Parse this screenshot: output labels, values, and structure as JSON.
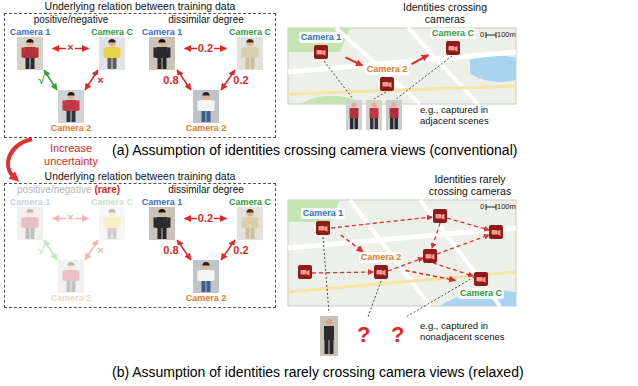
{
  "diagram": {
    "nodes": [
      {
        "text": [
          "Underlying relation between training data"
        ]
      },
      {
        "text": [
          "Camera 1"
        ],
        "in": 0
      },
      {
        "text": [
          "Camera C"
        ],
        "in": 0
      },
      {
        "text": [
          "Camera 2"
        ],
        "in": 0
      },
      {
        "text": [
          "Camera 1"
        ],
        "in": 0
      },
      {
        "text": [
          "Camera C"
        ],
        "in": 0
      },
      {
        "text": [
          "Camera 2"
        ],
        "in": 0
      },
      {
        "text": [
          "Identities crossing cameras"
        ]
      },
      {
        "text": [
          "Camera 1"
        ],
        "in": 7
      },
      {
        "text": [
          "Camera 2"
        ],
        "in": 7
      },
      {
        "text": [
          "Camera C"
        ],
        "in": 7
      },
      {
        "text": [
          "Underlying relation between training data"
        ]
      },
      {
        "text": [
          "Camera 1"
        ],
        "in": 11
      },
      {
        "text": [
          "Camera C"
        ],
        "in": 11
      },
      {
        "text": [
          "Camera 2"
        ],
        "in": 11
      },
      {
        "text": [
          "Camera 1"
        ],
        "in": 11
      },
      {
        "text": [
          "Camera C"
        ],
        "in": 11
      },
      {
        "text": [
          "Camera 2"
        ],
        "in": 11
      },
      {
        "text": [
          "Identities rarely crossing cameras"
        ]
      },
      {
        "text": [
          "Camera 1"
        ],
        "in": 18
      },
      {
        "text": [
          "Camera 2"
        ],
        "in": 18
      },
      {
        "text": [
          "Camera C"
        ],
        "in": 18
      }
    ],
    "edges": [
      {
        "from": 1,
        "to": 2,
        "label": "×",
        "arrow": "both"
      },
      {
        "from": 1,
        "to": 3,
        "label": "√",
        "arrow": "both"
      },
      {
        "from": 2,
        "to": 3,
        "label": "×",
        "arrow": "both"
      },
      {
        "from": 4,
        "to": 5,
        "label": "0.2",
        "arrow": "both"
      },
      {
        "from": 4,
        "to": 6,
        "label": "0.8",
        "arrow": "both"
      },
      {
        "from": 5,
        "to": 6,
        "label": "0.2",
        "arrow": "both"
      },
      {
        "from": 8,
        "to": 9,
        "arrow": "to"
      },
      {
        "from": 9,
        "to": 10,
        "arrow": "to"
      },
      {
        "from": 12,
        "to": 13,
        "label": "×",
        "arrow": "both"
      },
      {
        "from": 12,
        "to": 14,
        "label": "√",
        "arrow": "both"
      },
      {
        "from": 13,
        "to": 14,
        "label": "×",
        "arrow": "both"
      },
      {
        "from": 15,
        "to": 16,
        "label": "0.2",
        "arrow": "both"
      },
      {
        "from": 15,
        "to": 17,
        "label": "0.8",
        "arrow": "both"
      },
      {
        "from": 16,
        "to": 17,
        "label": "0.2",
        "arrow": "both"
      },
      {
        "from": 19,
        "to": 20,
        "arrow": "to"
      },
      {
        "from": 20,
        "to": 21,
        "arrow": "to"
      }
    ],
    "labels": [
      "positive/negative",
      "dissimilar degree",
      "0",
      "100m",
      "e.g., captured in adjacent scenes",
      "(a) Assumption of identities crossing camera views (conventional)",
      "Increase uncertainty",
      "positive/negative",
      "(rare)",
      "dissimilar degree",
      "0",
      "100m",
      "?",
      "?",
      "e.g., captured in nonadjacent scenes",
      "(b) Assumption of identities rarely crossing camera views (relaxed)"
    ]
  }
}
